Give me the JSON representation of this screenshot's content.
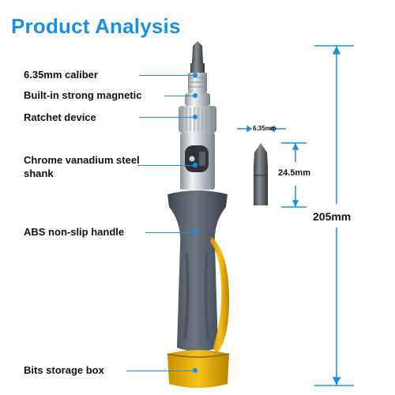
{
  "title": "Product Analysis",
  "labels": [
    "6.35mm caliber",
    "Built-in strong magnetic",
    "Ratchet device",
    "Chrome vanadium steel shank",
    "ABS non-slip handle",
    "Bits storage box"
  ],
  "dimensions": {
    "bit_width": "6.35mm",
    "bit_length": "24.5mm",
    "total_length": "205mm"
  },
  "colors": {
    "accent": "#1b8fe3",
    "handle_grey": "#59626e",
    "handle_yellow": "#f2b705",
    "metal": "#c9cdd2"
  }
}
